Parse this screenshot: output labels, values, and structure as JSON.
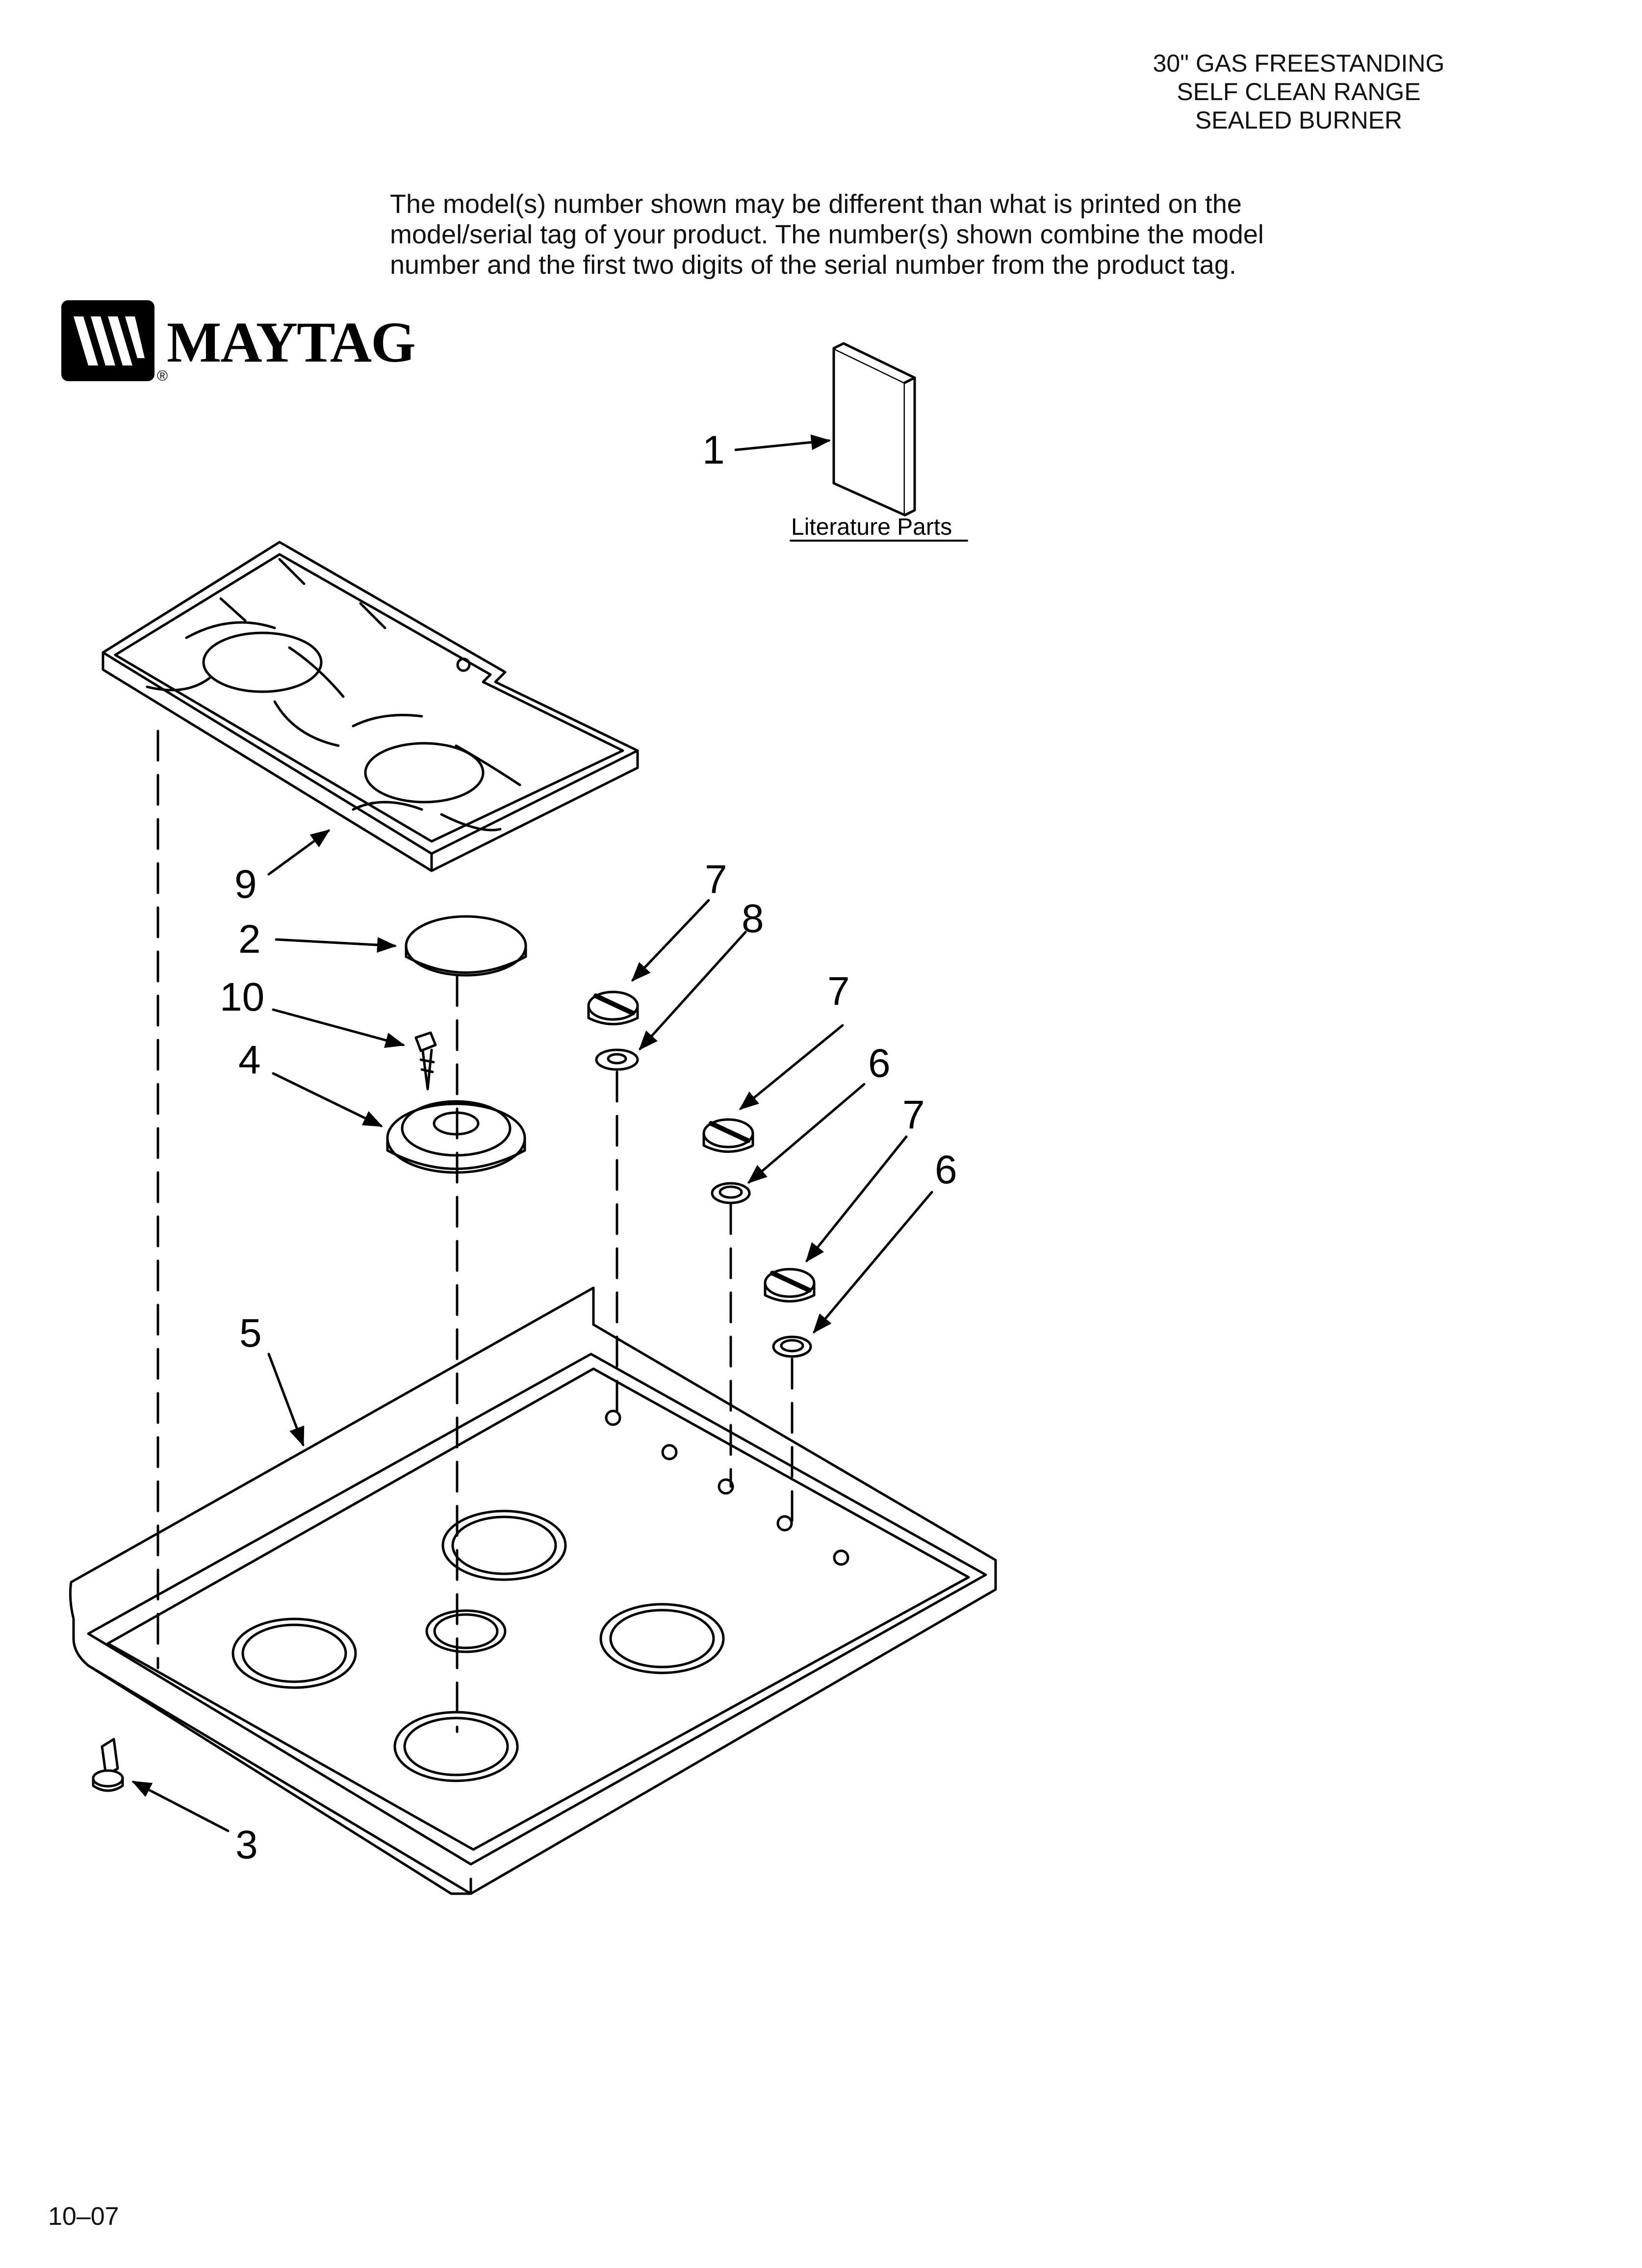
{
  "header": {
    "title_lines": [
      "30\" GAS FREESTANDING",
      "SELF CLEAN RANGE",
      "SEALED BURNER"
    ]
  },
  "notice": {
    "lines": [
      "The model(s) number shown may be different than what is printed on the",
      "model/serial tag of your product. The number(s) shown combine the model",
      "number and the first two digits of the serial number from the product tag."
    ]
  },
  "brand": {
    "name": "MAYTAG",
    "mark": "®"
  },
  "literature": {
    "label": "Literature Parts"
  },
  "callouts": [
    "1",
    "9",
    "2",
    "10",
    "4",
    "7",
    "8",
    "7",
    "6",
    "7",
    "6",
    "5",
    "3"
  ],
  "footer": {
    "date": "10–07"
  }
}
